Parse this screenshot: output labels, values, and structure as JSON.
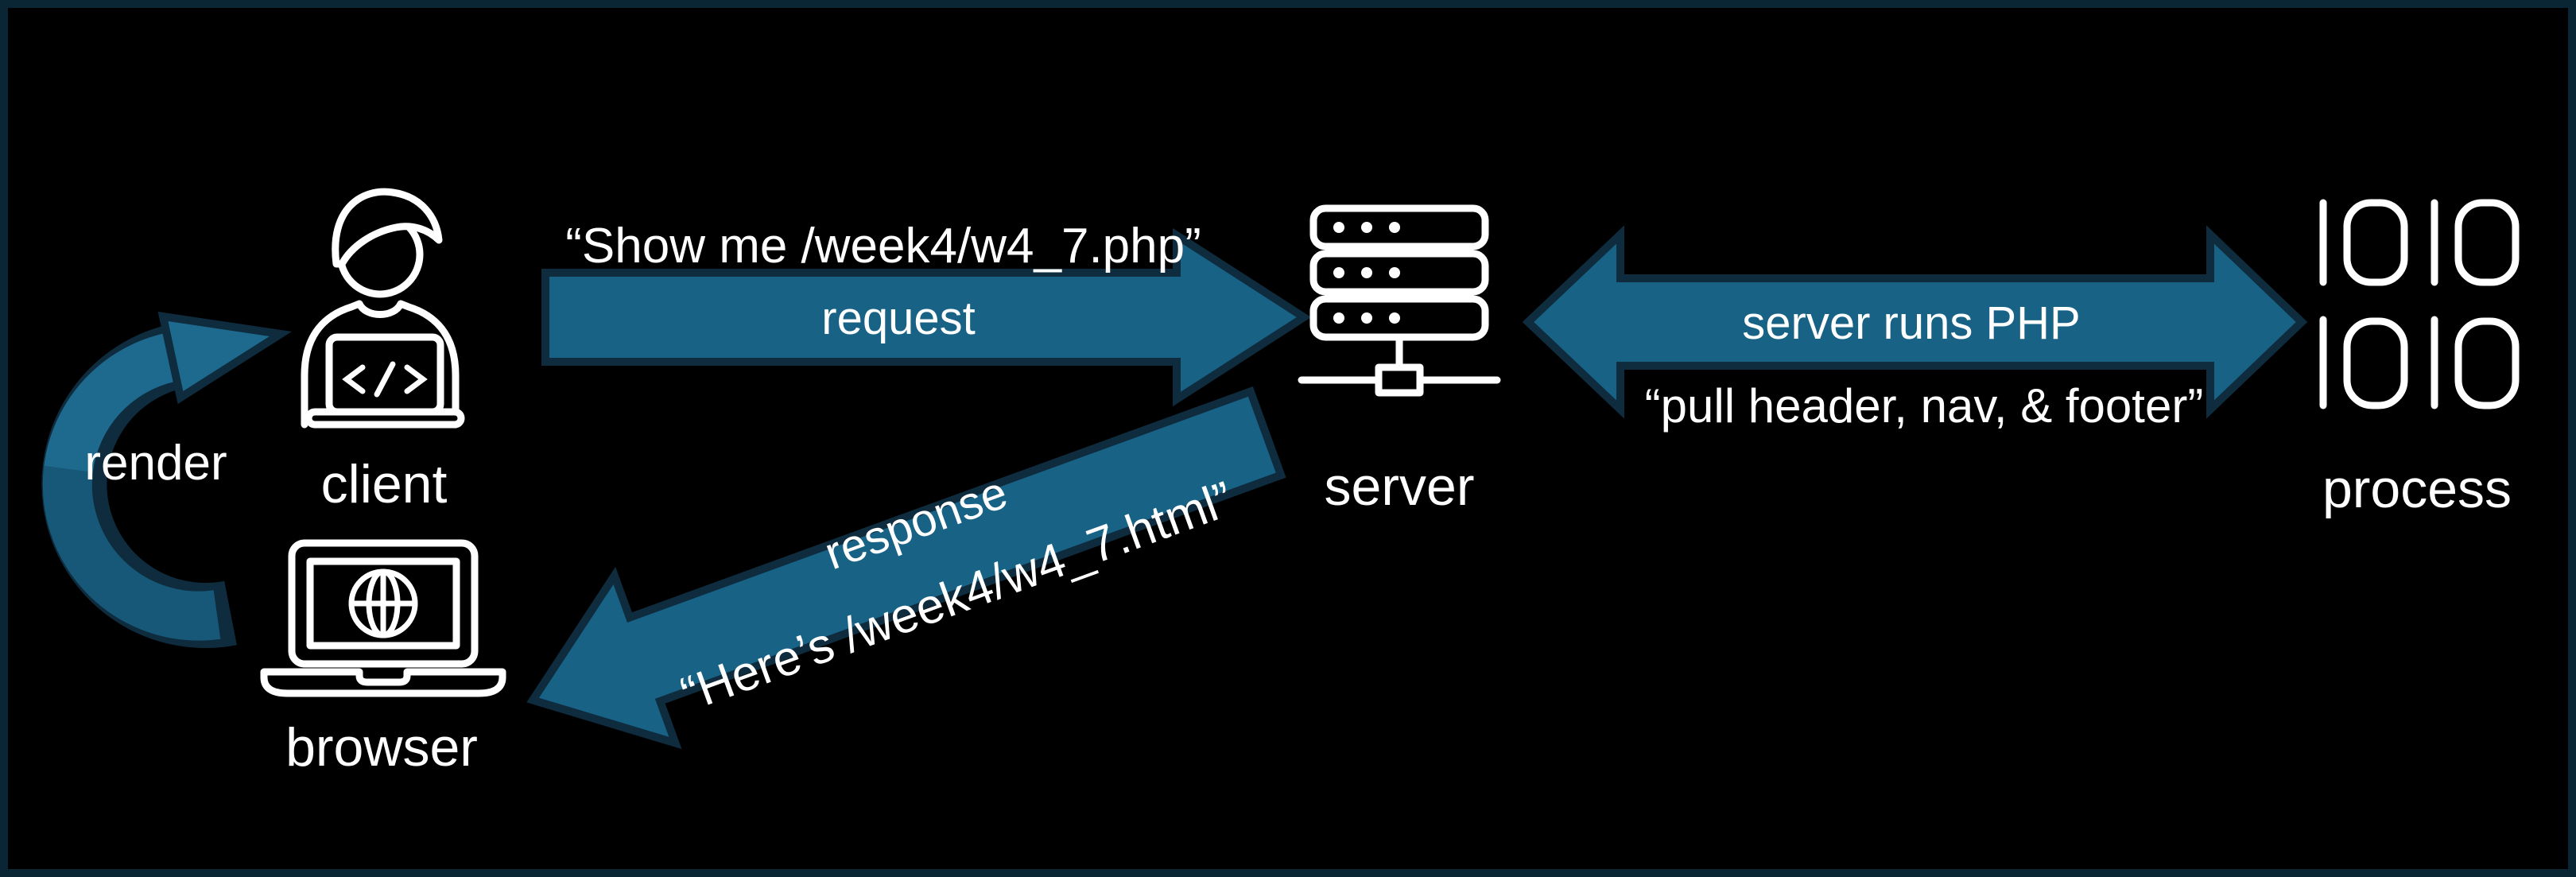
{
  "diagram": {
    "background": "#000000",
    "border_color": "#0a2634",
    "arrow_color": "#186286",
    "arrow_color_light": "#1e6a8e",
    "arrow_color_dark": "#175878",
    "arrow_outline_color": "#0e2c3e",
    "text_color": "#ffffff",
    "nodes": {
      "client": {
        "label": "client"
      },
      "browser": {
        "label": "browser"
      },
      "server": {
        "label": "server"
      },
      "process": {
        "label": "process"
      }
    },
    "flows": {
      "request": {
        "from": "client",
        "to": "server",
        "message": "“Show me /week4/w4_7.php”",
        "label": "request"
      },
      "php": {
        "from": "server",
        "to": "process",
        "bidirectional": true,
        "label": "server runs PHP",
        "message": "“pull header, nav, & footer”"
      },
      "response": {
        "from": "server",
        "to": "browser",
        "label": "response",
        "message": "“Here’s /week4/w4_7.html”"
      },
      "render": {
        "from": "browser",
        "to": "client",
        "label": "render"
      }
    },
    "icons": {
      "client_code_glyph": "</>"
    }
  }
}
